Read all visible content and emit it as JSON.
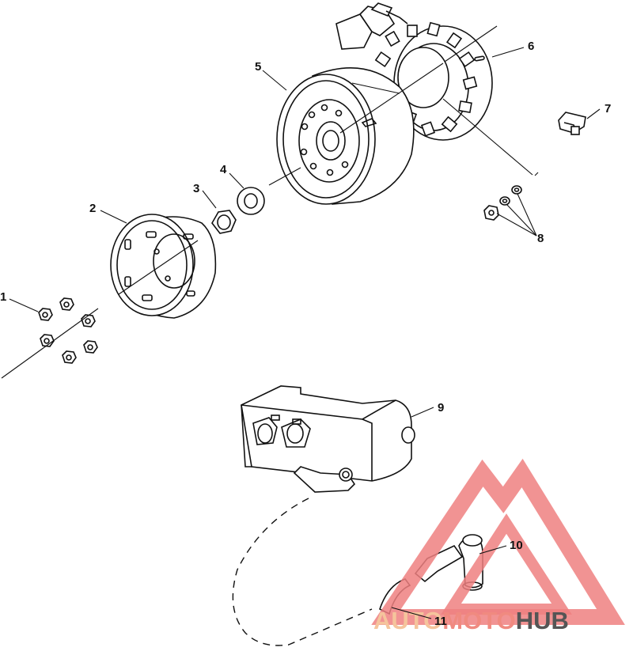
{
  "callouts": [
    "1",
    "2",
    "3",
    "4",
    "5",
    "6",
    "7",
    "8",
    "9",
    "10",
    "11"
  ],
  "watermark": {
    "part1": "AUTO",
    "part2": "MOTO",
    "part3": "HUB",
    "colors": {
      "auto": "#f5c49c",
      "moto": "#f08a80",
      "hub": "#555555",
      "triangle": "#ee8080"
    }
  }
}
